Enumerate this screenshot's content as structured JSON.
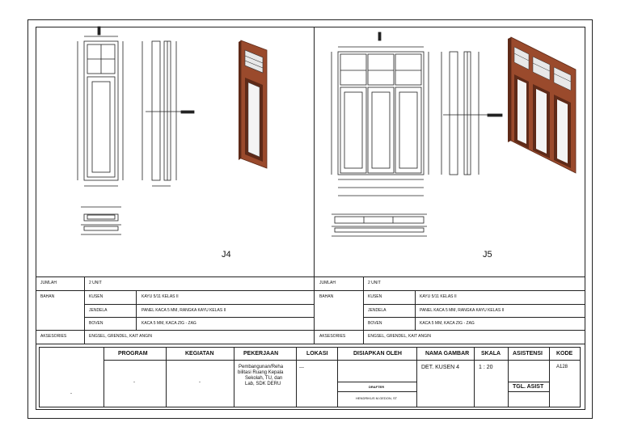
{
  "drawings": {
    "left_label": "J4",
    "right_label": "J5"
  },
  "spec_left": {
    "jumlah_label": "JUMLAH",
    "jumlah_value": "2 UNIT",
    "bahan_label": "BAHAN",
    "kusen_label": "KUSEN",
    "kusen_value": "KAYU 5/11 KELAS II",
    "jendela_label": "JENDELA",
    "jendela_value": "PANEL KACA 5 MM, RANGKA KAYU KELAS II",
    "boven_label": "BOVEN",
    "boven_value": "KACA 5 MM, KACA ZIG - ZAG",
    "aksesories_label": "AKSESORIES",
    "aksesories_value": "ENGSEL, GRENDEL, KAIT ANGIN"
  },
  "spec_right": {
    "jumlah_label": "JUMLAH",
    "jumlah_value": "2 UNIT",
    "bahan_label": "BAHAN",
    "kusen_label": "KUSEN",
    "kusen_value": "KAYU 5/11 KELAS II",
    "jendela_label": "JENDELA",
    "jendela_value": "PANEL KACA 5 MM, RANGKA KAYU KELAS II",
    "boven_label": "BOVEN",
    "boven_value": "KACA 5 MM, KACA ZIG - ZAG",
    "aksesories_label": "AKSESORIES",
    "aksesories_value": "ENGSEL, GRENDEL, KAIT ANGIN"
  },
  "title_block": {
    "program_label": "PROGRAM",
    "program_value": "-",
    "kegiatan_label": "KEGIATAN",
    "kegiatan_value": "-",
    "pekerjaan_label": "PEKERJAAN",
    "pekerjaan_value_1": "Pembangunan/Reha",
    "pekerjaan_value_2": "bilitasi Ruang Kepala",
    "pekerjaan_value_3": "Sekolah, TU, dan",
    "pekerjaan_value_4": "Lab, SDK DERU",
    "lokasi_label": "LOKASI",
    "lokasi_value": "---",
    "disiapkan_label": "DISIAPKAN OLEH",
    "drafter_label": "DRAFTER",
    "drafter_name": "HENDRIKUS M.GEDON, ST",
    "nama_gambar_label": "NAMA GAMBAR",
    "nama_gambar_value": "DET. KUSEN 4",
    "skala_label": "SKALA",
    "skala_value": "1 : 20",
    "asistensi_label": "ASISTENSI",
    "tgl_asist_label": "TGL. ASIST",
    "kode_label": "KODE",
    "kode_value": "A128",
    "left_dash": "-"
  },
  "colors": {
    "wood": "#9a4a2c",
    "wood_dark": "#5e2a18",
    "line": "#222222"
  }
}
